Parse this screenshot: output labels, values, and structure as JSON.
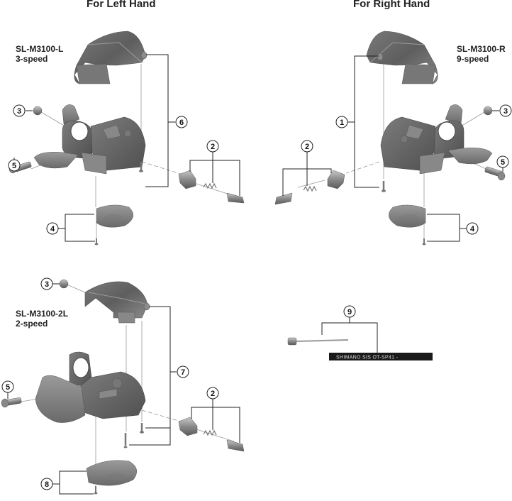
{
  "headings": {
    "left": "For Left Hand",
    "right": "For Right Hand"
  },
  "models": [
    {
      "name": "SL-M3100-L",
      "speed": "3-speed"
    },
    {
      "name": "SL-M3100-R",
      "speed": "9-speed"
    },
    {
      "name": "SL-M3100-2L",
      "speed": "2-speed"
    }
  ],
  "callouts": {
    "c1": "1",
    "c2": "2",
    "c3": "3",
    "c4": "4",
    "c5": "5",
    "c6": "6",
    "c7": "7",
    "c8": "8",
    "c9": "9"
  },
  "cable_print": "SHIMANO SIS OT-SP41 -",
  "colors": {
    "part_dark": "#6a6a6a",
    "part_mid": "#8c8c8c",
    "part_light": "#b5b5b5",
    "leader": "#222222",
    "axis_line": "#999999",
    "cable_housing": "#1a1a1a"
  }
}
